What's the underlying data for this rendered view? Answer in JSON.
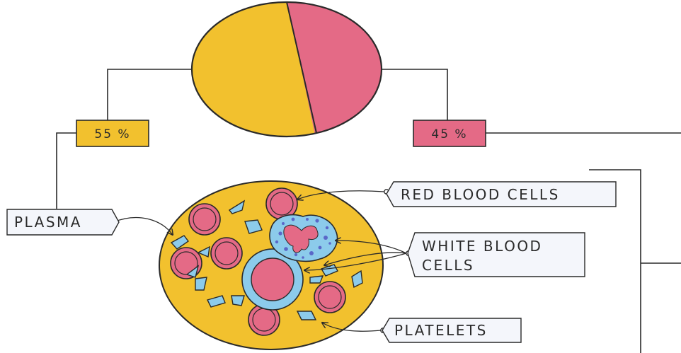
{
  "pie": {
    "left_percent": "55 %",
    "right_percent": "45 %"
  },
  "labels": {
    "plasma": "PLASMA",
    "red_blood_cells": "RED BLOOD CELLS",
    "white_blood_cells_line1": "WHITE BLOOD",
    "white_blood_cells_line2": "CELLS",
    "platelets": "PLATELETS"
  },
  "colors": {
    "plasma_yellow": "#F2C12E",
    "red_cell_pink": "#E46A86",
    "platelet_blue": "#8CCBEB",
    "white_cell_purple": "#5A67C8",
    "label_box_fill": "#F4F6FB",
    "line": "#2a2a2a"
  }
}
